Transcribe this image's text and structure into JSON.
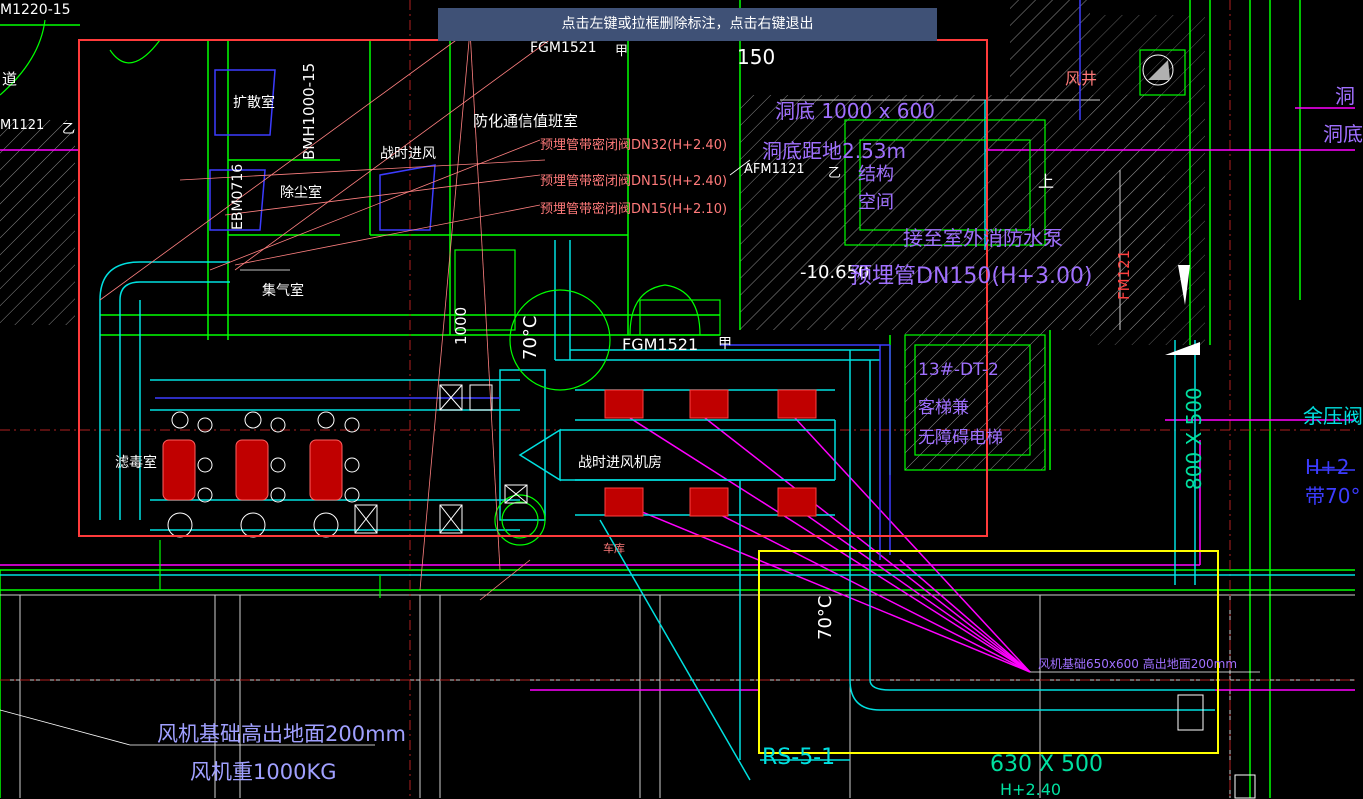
{
  "hint": "点击左键或拉框删除标注，点击右键退出",
  "colors": {
    "background": "#000000",
    "hint_bar": "#3f5176",
    "selection_red": "#ff3b3b",
    "selection_yellow": "#ffff00",
    "wall_green": "#00ff00",
    "pipe_cyan": "#00ffff",
    "magenta": "#ff00ff",
    "blue": "#3c3cff",
    "text_pink": "#ff7a7a",
    "text_purple": "#a070ff",
    "text_white": "#ffffff"
  },
  "labels": {
    "top_left": "M1220-15",
    "dao": "道",
    "m1121": "M1121",
    "yi_left": "乙",
    "kuosan": "扩散室",
    "bmh": "BMH1000-15",
    "fangdu": "防化通信值班室",
    "zhanshi_jinfeng": "战时进风",
    "ebm": "EBM0716",
    "chuchen": "除尘室",
    "jiqi": "集气室",
    "ludu": "滤毒室",
    "pipe1": "预埋管带密闭阀DN32(H+2.40)",
    "pipe2": "预埋管带密闭阀DN15(H+2.40)",
    "pipe3": "预埋管带密闭阀DN15(H+2.10)",
    "fgm1521_top": "FGM1521",
    "jia_top": "甲",
    "fgm1521": "FGM1521",
    "jia": "甲",
    "c70a": "70°C",
    "c70b": "70°C",
    "h1000": "1000",
    "jifang": "战时进风机房",
    "chexiang": "车库",
    "dim150": "150",
    "dong_top": "洞底 1000 x 600",
    "dong_di": "洞底距地2.53m",
    "afm": "AFM1121",
    "yi_mid": "乙",
    "jieyou": "结构",
    "kongjian": "空间",
    "jiezhi": "接至室外消防水泵",
    "elev": "-10.650",
    "yumai2": "预埋管DN150(H+3.00)",
    "shang": "上",
    "fengjing": "风井",
    "fm121": "FM121",
    "dt": "13#-DT-2",
    "keti": "客梯兼",
    "wuzhang": "无障碍电梯",
    "duct800": "800 X 500",
    "dong_r1": "洞",
    "dong_r2": "洞底",
    "yuya": "余压阀",
    "h2": "H+2",
    "dai70": "带70°",
    "fengji_jichu": "风机基础650x600 高出地面200mm",
    "foot1": "风机基础高出地面200mm",
    "foot2": "风机重1000KG",
    "rs": "RS-5-1",
    "duct630": "630 X 500",
    "h240": "H+2.40"
  }
}
